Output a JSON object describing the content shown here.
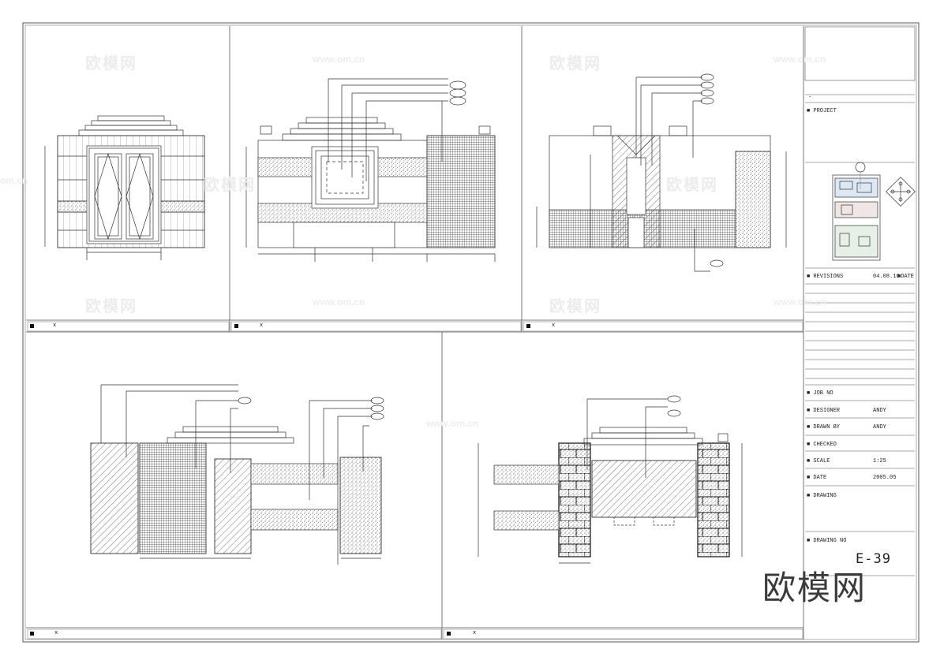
{
  "watermark": {
    "cn": "欧模网",
    "url": "www.om.cn",
    "url_short": "om.cn"
  },
  "title_block": {
    "top_mark": "-",
    "project_label": "PROJECT",
    "revisions_label": "REVISIONS",
    "revisions_date": "04.08.16",
    "date_header": "DATE",
    "job_no_label": "JOB NO",
    "designer_label": "DESIGNER",
    "designer_value": "ANDY",
    "drawn_by_label": "DRAWN BY",
    "drawn_by_value": "ANDY",
    "checked_label": "CHECKED",
    "scale_label": "SCALE",
    "scale_value": "1:25",
    "date_label": "DATE",
    "date_value": "2005.05",
    "drawing_label": "DRAWING",
    "drawing_no_label": "DRAWING NO",
    "drawing_no_value": "E-39"
  },
  "logo": "欧模网",
  "panels": [
    {
      "id": "elevation-1",
      "mark": "x"
    },
    {
      "id": "elevation-2",
      "mark": "x"
    },
    {
      "id": "elevation-3",
      "mark": "x"
    },
    {
      "id": "elevation-4",
      "mark": "x"
    },
    {
      "id": "elevation-5",
      "mark": "x"
    }
  ]
}
